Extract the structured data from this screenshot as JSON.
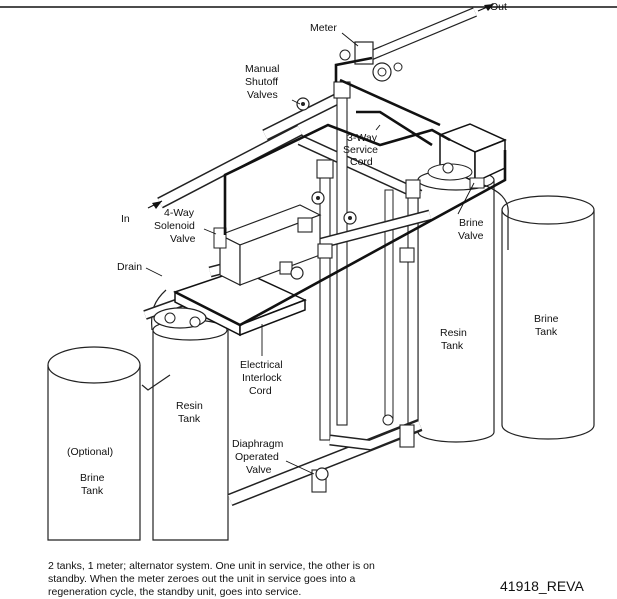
{
  "labels": {
    "out": "Out",
    "meter": "Meter",
    "manual_shutoff": [
      "Manual",
      "Shutoff",
      "Valves"
    ],
    "three_way_cord": [
      "3-Way",
      "Service",
      "Cord"
    ],
    "in": "In",
    "four_way_valve": [
      "4-Way",
      "Solenoid",
      "Valve"
    ],
    "brine_valve": [
      "Brine",
      "Valve"
    ],
    "drain": "Drain",
    "resin_tank_right": [
      "Resin",
      "Tank"
    ],
    "brine_tank_right": [
      "Brine",
      "Tank"
    ],
    "electrical_cord": [
      "Electrical",
      "Interlock",
      "Cord"
    ],
    "resin_tank_left": [
      "Resin",
      "Tank"
    ],
    "optional_brine_tank": [
      "(Optional)",
      "Brine",
      "Tank"
    ],
    "diaphragm_valve": [
      "Diaphragm",
      "Operated",
      "Valve"
    ]
  },
  "caption": "2 tanks, 1 meter; alternator system. One unit in service, the other is on standby. When the meter zeroes out the unit in service goes into a regeneration cycle, the standby unit, goes into service.",
  "doc_number": "41918_REVA"
}
